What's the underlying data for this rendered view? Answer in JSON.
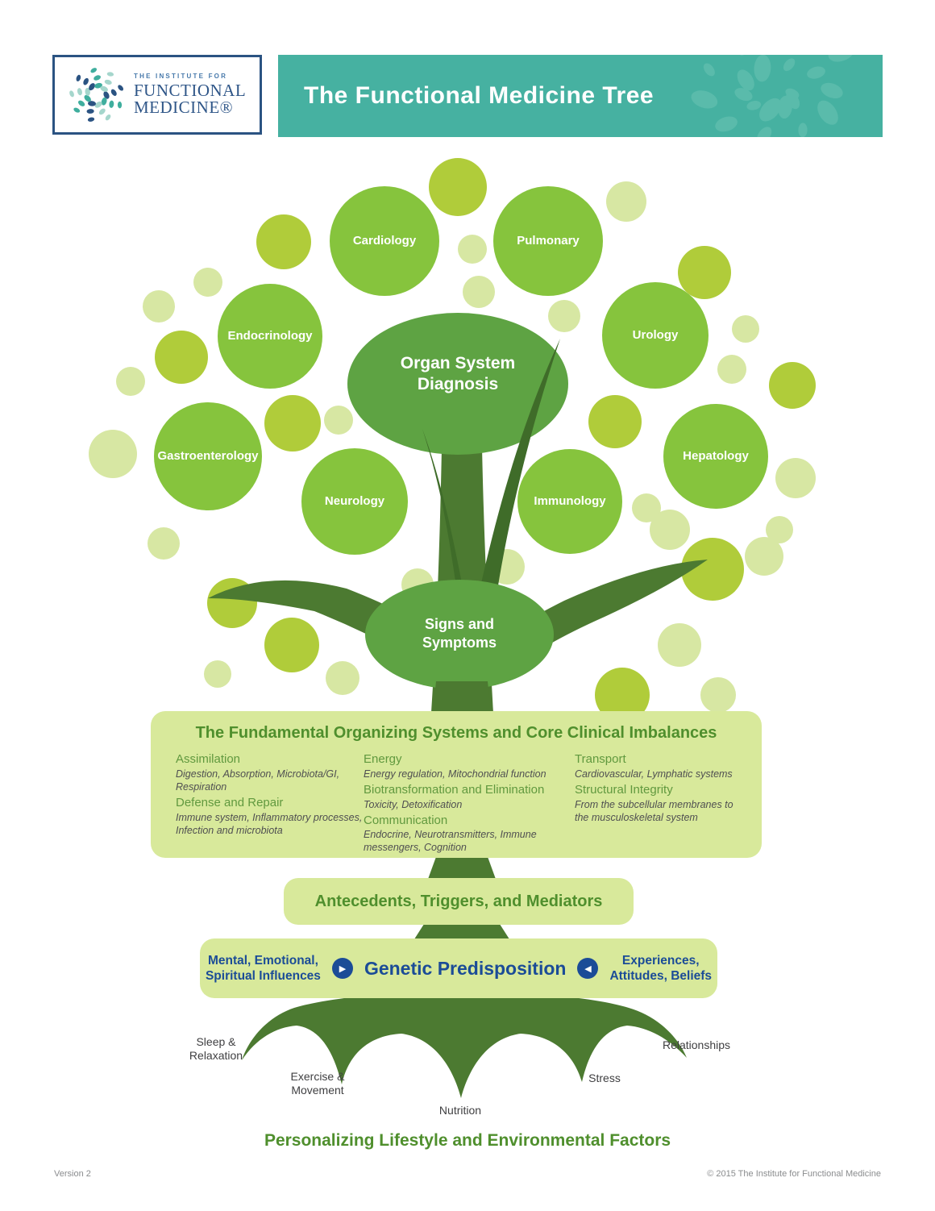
{
  "header": {
    "logo": {
      "line_small": "THE INSTITUTE FOR",
      "line1": "FUNCTIONAL",
      "line2": "MEDICINE®"
    },
    "title": "The Functional Medicine Tree"
  },
  "tree": {
    "organ_ellipse_label": "Organ System\nDiagnosis",
    "signs_ellipse_label": "Signs and\nSymptoms",
    "specialties": [
      {
        "label": "Cardiology"
      },
      {
        "label": "Pulmonary"
      },
      {
        "label": "Endocrinology"
      },
      {
        "label": "Urology"
      },
      {
        "label": "Gastroenterology"
      },
      {
        "label": "Hepatology"
      },
      {
        "label": "Neurology"
      },
      {
        "label": "Immunology"
      }
    ]
  },
  "systems_box": {
    "title": "The Fundamental Organizing Systems and Core Clinical Imbalances",
    "columns": [
      {
        "items": [
          {
            "heading": "Assimilation",
            "detail": "Digestion, Absorption, Microbiota/GI, Respiration"
          },
          {
            "heading": "Defense and Repair",
            "detail": "Immune system, Inflammatory processes, Infection and microbiota"
          }
        ]
      },
      {
        "items": [
          {
            "heading": "Energy",
            "detail": "Energy regulation, Mitochondrial function"
          },
          {
            "heading": "Biotransformation and Elimination",
            "detail": "Toxicity, Detoxification"
          },
          {
            "heading": "Communication",
            "detail": "Endocrine, Neurotransmitters, Immune messengers, Cognition"
          }
        ]
      },
      {
        "items": [
          {
            "heading": "Transport",
            "detail": "Cardiovascular, Lymphatic systems"
          },
          {
            "heading": "Structural Integrity",
            "detail": "From the subcellular membranes to the musculoskeletal system"
          }
        ]
      }
    ]
  },
  "antecedents": {
    "label": "Antecedents, Triggers, and Mediators"
  },
  "genetic": {
    "left_label": "Mental, Emotional,\nSpiritual Influences",
    "center_label": "Genetic Predisposition",
    "right_label": "Experiences,\nAttitudes, Beliefs",
    "left_arrow_icon": "play-right",
    "right_arrow_icon": "play-left"
  },
  "roots": {
    "labels": [
      {
        "text": "Sleep &\nRelaxation"
      },
      {
        "text": "Exercise &\nMovement"
      },
      {
        "text": "Nutrition"
      },
      {
        "text": "Stress"
      },
      {
        "text": "Relationships"
      }
    ]
  },
  "personalizing_label": "Personalizing Lifestyle and Environmental Factors",
  "footer": {
    "version": "Version 2",
    "copyright": "© 2015 The Institute for Functional Medicine"
  },
  "colors": {
    "banner_teal": "#46b1a1",
    "banner_dot_teal": "#5abbab",
    "logo_navy": "#2b5382",
    "logo_teal": "#3fae9e",
    "circle_bright_green": "#86c43d",
    "dot_medium_green": "#b0cc3a",
    "dot_light_green": "#d7e7a3",
    "ellipse_green": "#5ea343",
    "trunk_green": "#4c7a31",
    "sprig_green": "#3f6c29",
    "panel_green": "#d8e99b",
    "panel_text_green": "#4f8f2d",
    "heading_green": "#61993f",
    "detail_gray": "#4f4f51",
    "blue_text": "#1b4c97"
  }
}
